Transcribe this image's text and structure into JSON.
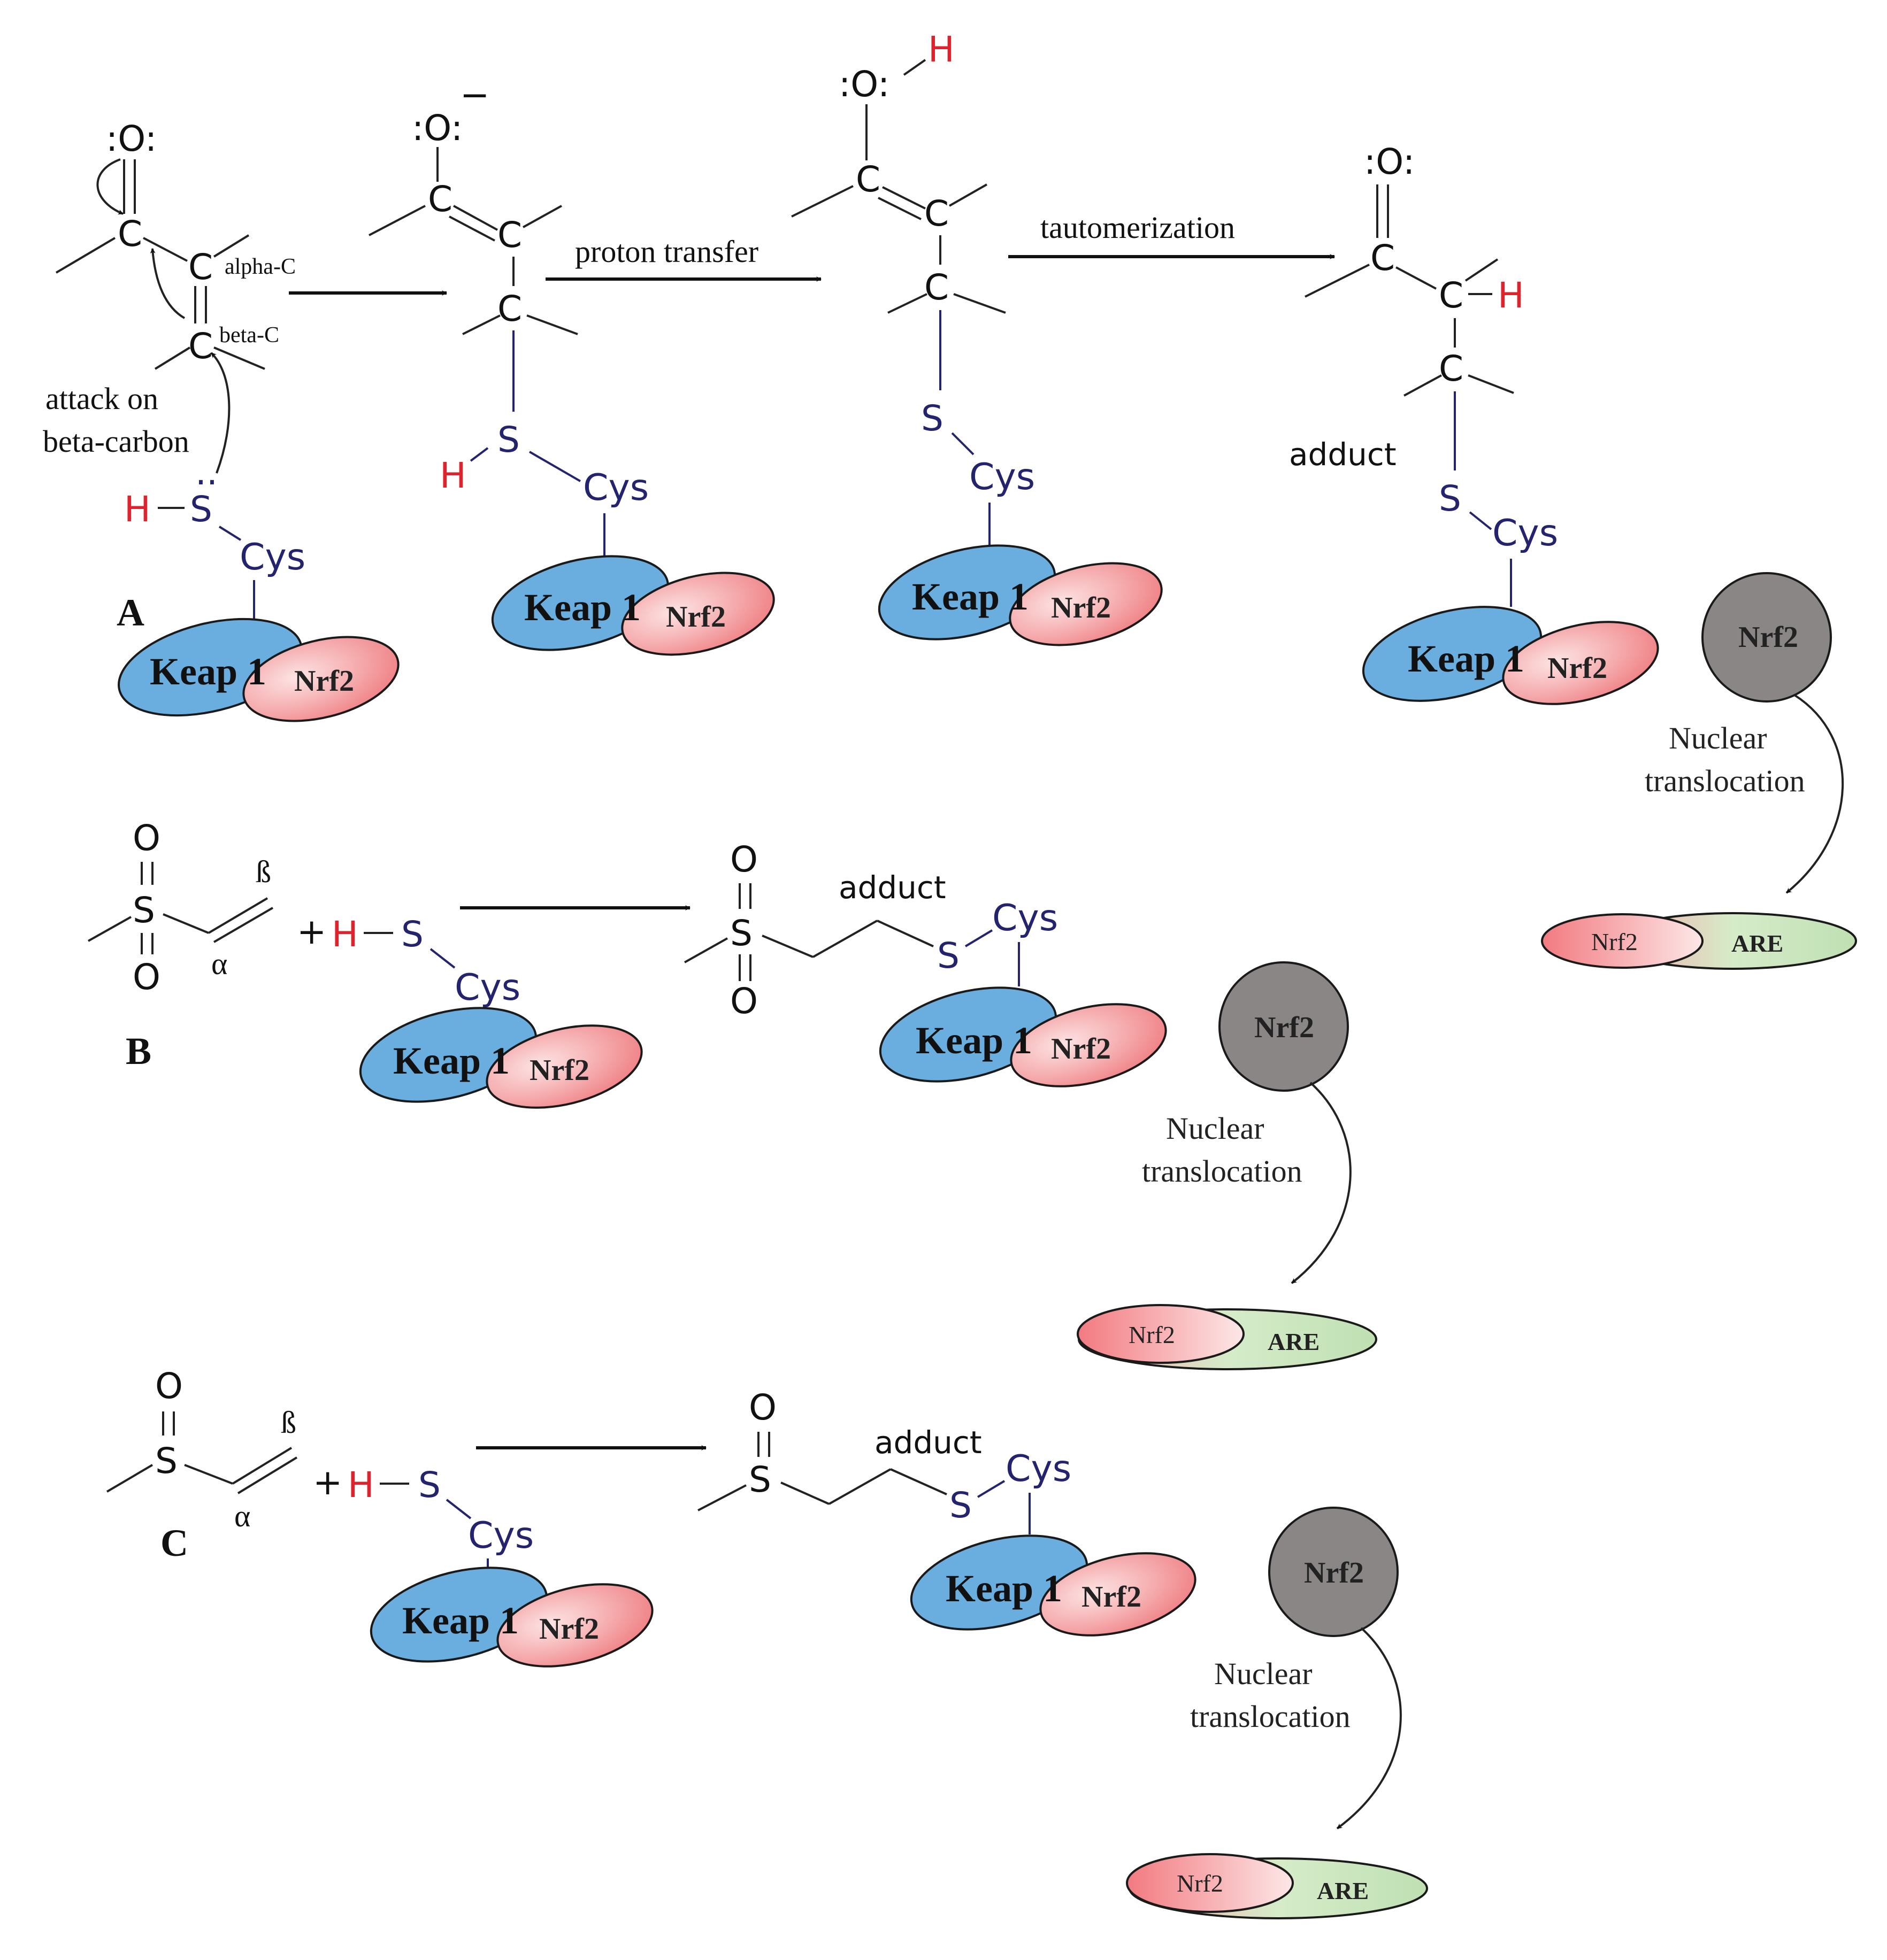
{
  "panels": {
    "a": "A",
    "b": "B",
    "c": "C"
  },
  "steps": {
    "proton_transfer": "proton transfer",
    "tautomerization": "tautomerization"
  },
  "annotations": {
    "alpha_c": "alpha-C",
    "beta_c": "beta-C",
    "attack_line1": "attack on",
    "attack_line2": "beta-carbon",
    "adduct": "adduct",
    "alpha": "α",
    "beta": "ß",
    "plus": "+"
  },
  "atoms": {
    "O": "O",
    "C": "C",
    "S": "S",
    "H": "H",
    "Cys": "Cys",
    "lone_pair_O": ":O:",
    "minus": "−",
    "dots": "··"
  },
  "proteins": {
    "keap1": "Keap 1",
    "nrf2": "Nrf2",
    "are": "ARE"
  },
  "translocation": {
    "line1": "Nuclear",
    "line2": "translocation"
  },
  "colors": {
    "keap1": "#6aaee0",
    "nrf2_light": "#fde0e0",
    "nrf2_dark": "#ee7c80",
    "are_green": "#cfe8c4",
    "are_edge": "#5da0c0",
    "nrf2_nucleus": "#8a8686",
    "hydrogen": "#e0222c",
    "sulfur": "#24246e"
  }
}
